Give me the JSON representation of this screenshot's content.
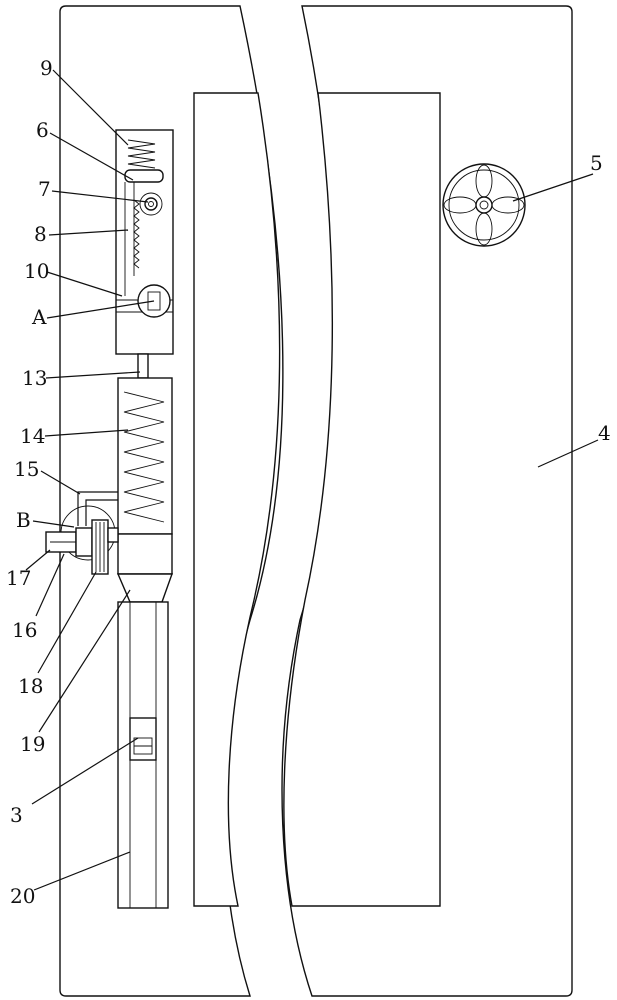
{
  "labels": {
    "l9": "9",
    "l6": "6",
    "l7": "7",
    "l8": "8",
    "l10": "10",
    "lA": "A",
    "l13": "13",
    "l14": "14",
    "l15": "15",
    "lB": "B",
    "l17": "17",
    "l16": "16",
    "l18": "18",
    "l19": "19",
    "l3": "3",
    "l20": "20",
    "l5": "5",
    "l4": "4"
  }
}
